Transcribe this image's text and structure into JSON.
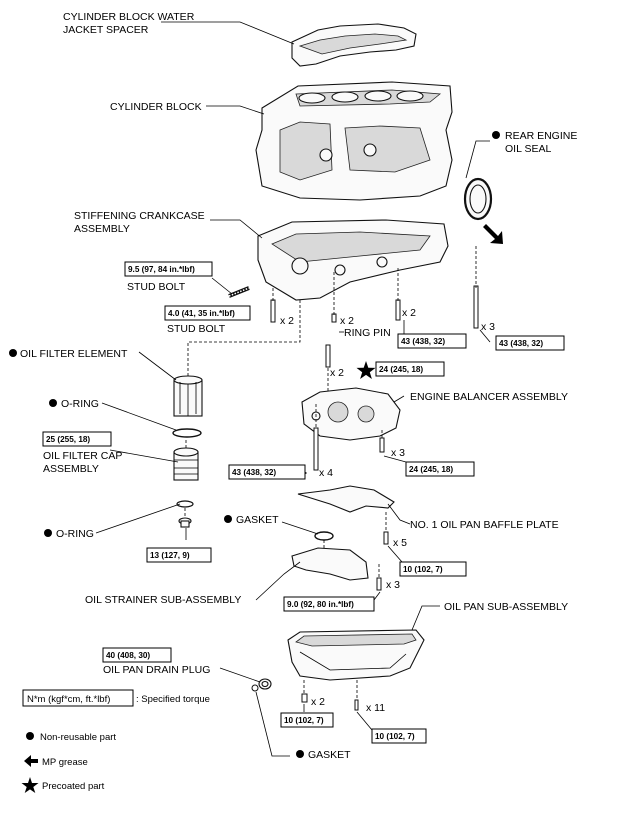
{
  "labels": {
    "water_jacket_spacer": [
      "CYLINDER BLOCK WATER",
      "JACKET SPACER"
    ],
    "cylinder_block": "CYLINDER BLOCK",
    "rear_engine_oil_seal": [
      "REAR ENGINE",
      "OIL SEAL"
    ],
    "stiffening_crankcase": [
      "STIFFENING CRANKCASE",
      "ASSEMBLY"
    ],
    "stud_bolt_1": "STUD BOLT",
    "stud_bolt_2": "STUD BOLT",
    "ring_pin": "RING PIN",
    "oil_filter_element": "OIL FILTER ELEMENT",
    "o_ring_1": "O-RING",
    "oil_filter_cap": [
      "OIL FILTER CAP",
      "ASSEMBLY"
    ],
    "o_ring_2": "O-RING",
    "engine_balancer": "ENGINE BALANCER ASSEMBLY",
    "gasket_1": "GASKET",
    "baffle_plate": "NO. 1 OIL PAN BAFFLE PLATE",
    "oil_strainer": "OIL STRAINER SUB-ASSEMBLY",
    "oil_pan": "OIL PAN SUB-ASSEMBLY",
    "drain_plug": "OIL PAN DRAIN PLUG",
    "gasket_2": "GASKET"
  },
  "torques": {
    "t1": "9.5 (97, 84 in.*lbf)",
    "t2": "4.0 (41, 35 in.*lbf)",
    "t3": "43 (438, 32)",
    "t4": "43 (438, 32)",
    "t5": "24 (245, 18)",
    "t6": "25 (255, 18)",
    "t7": "24 (245, 18)",
    "t8": "43 (438, 32)",
    "t9": "13 (127, 9)",
    "t10": "10 (102, 7)",
    "t11": "9.0 (92, 80 in.*lbf)",
    "t12": "40 (408, 30)",
    "t13": "10 (102, 7)",
    "t14": "10 (102, 7)"
  },
  "qty": {
    "q1": "x 2",
    "q2": "x 2",
    "q3": "x 3",
    "q4": "x 2",
    "q5": "x 2",
    "q6": "x 3",
    "q7": "x 4",
    "q8": "x 5",
    "q9": "x 3",
    "q10": "x 2",
    "q11": "x 11"
  },
  "legend": {
    "torque_box": "N*m (kgf*cm, ft.*lbf)",
    "torque_desc": ": Specified torque",
    "non_reusable": "Non-reusable part",
    "mp_grease": "MP grease",
    "precoated": "Precoated part"
  },
  "icons": [
    "non-reusable-dot-icon",
    "mp-grease-arrow-icon",
    "precoated-star-icon"
  ]
}
